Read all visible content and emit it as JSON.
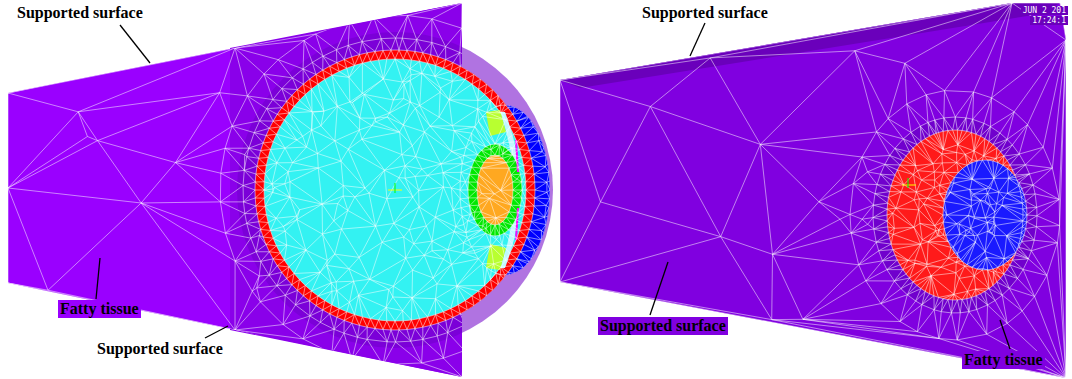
{
  "diagram": {
    "labels": [
      "Supported surface",
      "Fatty tissue",
      "Supported surface",
      "Supported surface",
      "JUN 2 201",
      "17:24:1",
      "Supported surface",
      "Fatty tissue"
    ]
  }
}
